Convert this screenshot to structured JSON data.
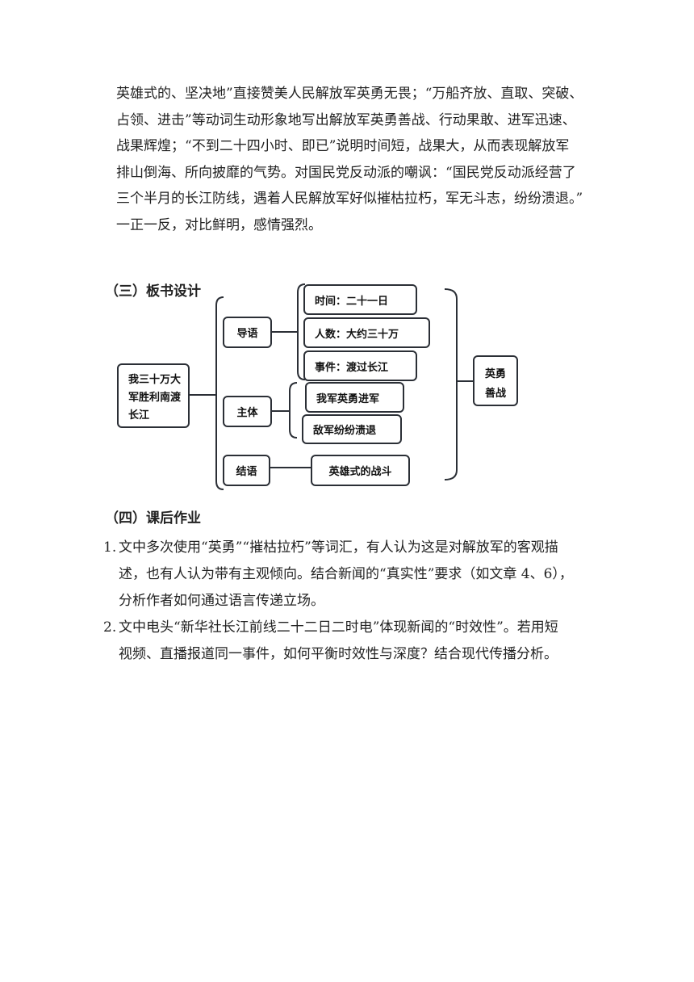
{
  "paragraph": {
    "lines": [
      "英雄式的、坚决地”直接赞美人民解放军英勇无畏；“万船齐放、直取、突破、",
      "占领、进击”等动词生动形象地写出解放军英勇善战、行动果敢、进军迅速、",
      "战果辉煌；“不到二十四小时、即已”说明时间短，战果大，从而表现解放军",
      "排山倒海、所向披靡的气势。对国民党反动派的嘲讽：“国民党反动派经营了",
      "三个半月的长江防线，遇着人民解放军好似摧枯拉朽，军无斗志，纷纷溃退。”",
      "一正一反，对比鲜明，感情强烈。"
    ]
  },
  "board": {
    "heading": "（三）板书设计",
    "title_lines": [
      "我三十万大",
      "军胜利南渡",
      "长江"
    ],
    "daoyu": "导语",
    "zhuti": "主体",
    "jieyu": "结语",
    "time": "时间：二十一日",
    "people": "人数：大约三十万",
    "event": "事件：渡过长江",
    "ours": "我军英勇进军",
    "enemy": "敌军纷纷溃退",
    "heroic": "英雄式的战斗",
    "summary_lines": [
      "英勇",
      "善战"
    ]
  },
  "homework": {
    "heading": "（四）课后作业",
    "items": [
      {
        "num": "1.",
        "lines": [
          "文中多次使用“英勇”“摧枯拉朽”等词汇，有人认为这是对解放军的客观描",
          "述，也有人认为带有主观倾向。结合新闻的“真实性”要求（如文章 4、6），",
          "分析作者如何通过语言传递立场。"
        ]
      },
      {
        "num": "2.",
        "lines": [
          "文中电头“新华社长江前线二十二日二时电”体现新闻的“时效性”。若用短",
          "视频、直播报道同一事件，如何平衡时效性与深度？结合现代传播分析。"
        ]
      }
    ]
  }
}
